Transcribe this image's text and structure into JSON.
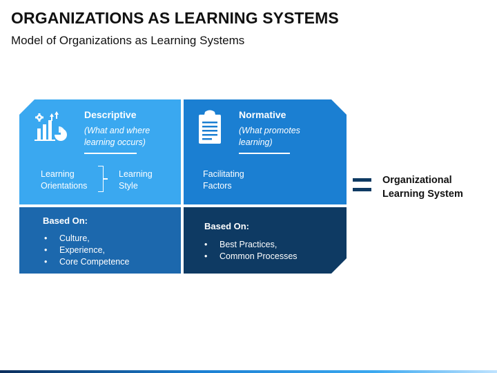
{
  "page": {
    "title": "ORGANIZATIONS AS LEARNING SYSTEMS",
    "subtitle": "Model of Organizations as Learning Systems"
  },
  "descriptive": {
    "title": "Descriptive",
    "subtitle": "(What and where learning occurs)",
    "left_item": "Learning Orientations",
    "right_item": "Learning Style",
    "icon": "chart-gear-icon",
    "color": "#3aa8f0"
  },
  "normative": {
    "title": "Normative",
    "subtitle": "(What promotes learning)",
    "item": "Facilitating Factors",
    "icon": "clipboard-icon",
    "color": "#1b7fd2"
  },
  "based_left": {
    "title": "Based On:",
    "items": [
      "Culture,",
      "Experience,",
      "Core Competence"
    ],
    "color": "#1c68ad"
  },
  "based_right": {
    "title": "Based On:",
    "items": [
      "Best Practices,",
      "Common Processes"
    ],
    "color": "#0e3a63"
  },
  "result": {
    "label": "Organizational Learning System",
    "icon": "equals-icon"
  }
}
